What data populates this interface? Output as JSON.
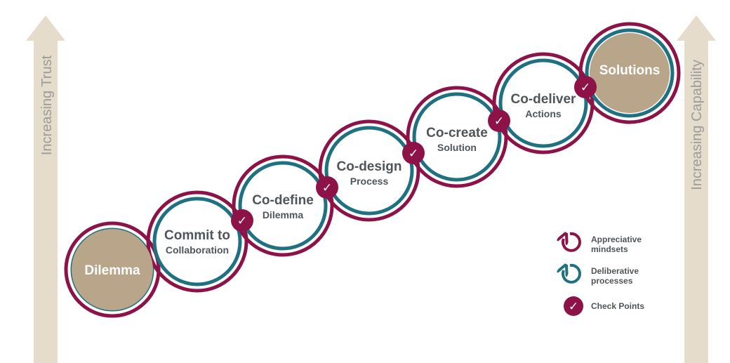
{
  "axes": {
    "left_label": "Increasing Trust",
    "right_label": "Increasing Capability"
  },
  "endpoints": {
    "start": "Dilemma",
    "end": "Solutions"
  },
  "stages": [
    {
      "title": "Commit to",
      "subtitle": "Collaboration"
    },
    {
      "title": "Co-define",
      "subtitle": "Dilemma"
    },
    {
      "title": "Co-design",
      "subtitle": "Process"
    },
    {
      "title": "Co-create",
      "subtitle": "Solution"
    },
    {
      "title": "Co-deliver",
      "subtitle": "Actions"
    }
  ],
  "checkpoint_symbol": "✓",
  "legend": [
    {
      "line1": "Appreciative",
      "line2": "mindsets",
      "icon": "appreciative-mindsets-icon"
    },
    {
      "line1": "Deliberative",
      "line2": "processes",
      "icon": "deliberative-processes-icon"
    },
    {
      "line1": "Check Points",
      "line2": "",
      "icon": "check-point-icon"
    }
  ],
  "colors": {
    "maroon": "#8c1247",
    "teal": "#1f7182",
    "tan": "#b8a58a",
    "arrow": "#e6dccb"
  }
}
